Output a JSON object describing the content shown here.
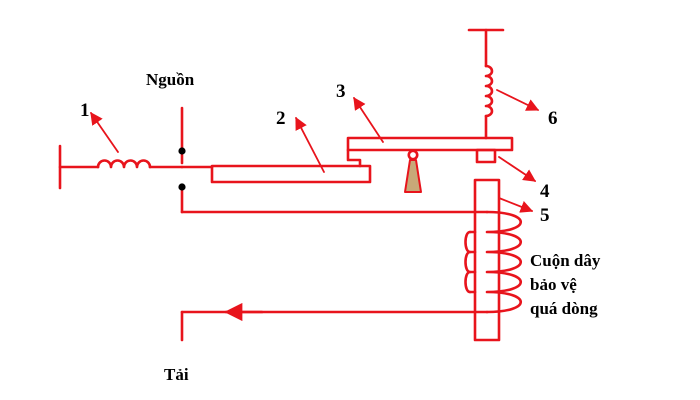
{
  "labels": {
    "source": "Nguồn",
    "load": "Tải",
    "n1": "1",
    "n2": "2",
    "n3": "3",
    "n4": "4",
    "n5": "5",
    "n6": "6",
    "coil_line1": "Cuộn dây",
    "coil_line2": "bảo vệ",
    "coil_line3": "quá dòng"
  },
  "colors": {
    "wire": "#e8141c",
    "arrow": "#e8141c",
    "pivot": "#c8a878",
    "text": "#000000"
  }
}
